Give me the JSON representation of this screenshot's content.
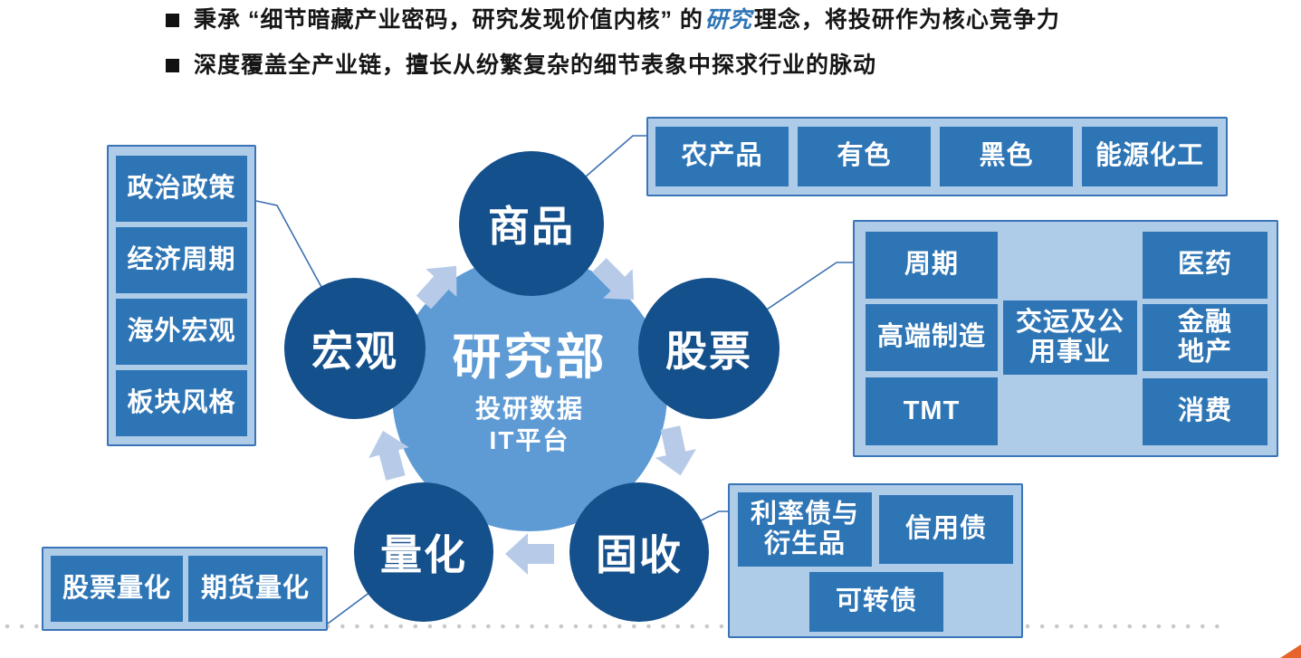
{
  "bullets": [
    {
      "pre": "秉承 “细节暗藏产业密码，研究发现价值内核” 的",
      "highlight": "研究",
      "post": "理念，将投研作为核心竞争力"
    },
    {
      "pre": "深度覆盖全产业链，擅长从纷繁复杂的细节表象中探求行业的脉动",
      "highlight": "",
      "post": ""
    }
  ],
  "center": {
    "title": "研究部",
    "subtitle_line1": "投研数据",
    "subtitle_line2": "IT平台"
  },
  "nodes": {
    "commodity": {
      "label": "商品",
      "items": [
        "农产品",
        "有色",
        "黑色",
        "能源化工"
      ]
    },
    "macro": {
      "label": "宏观",
      "items": [
        "政治政策",
        "经济周期",
        "海外宏观",
        "板块风格"
      ]
    },
    "stock": {
      "label": "股票",
      "items": [
        "周期",
        "医药",
        "高端制造",
        "交运及公\n用事业",
        "金融\n地产",
        "TMT",
        "消费"
      ]
    },
    "quant": {
      "label": "量化",
      "items": [
        "股票量化",
        "期货量化"
      ]
    },
    "fixed_income": {
      "label": "固收",
      "items": [
        "利率债与\n衍生品",
        "信用债",
        "可转债"
      ]
    }
  },
  "colors": {
    "dark_circle": "#14508C",
    "center_circle": "#5E9BD5",
    "box_blue": "#2E75B6",
    "panel_bg": "#AECBE8",
    "panel_border": "#3A74B8",
    "cycle_arrow": "#B7CBE9",
    "connector": "#3A6FB0",
    "dotted_line": "#C9C9C9",
    "highlight_text": "#2E75B6",
    "corner_accent": "#E8632C"
  }
}
